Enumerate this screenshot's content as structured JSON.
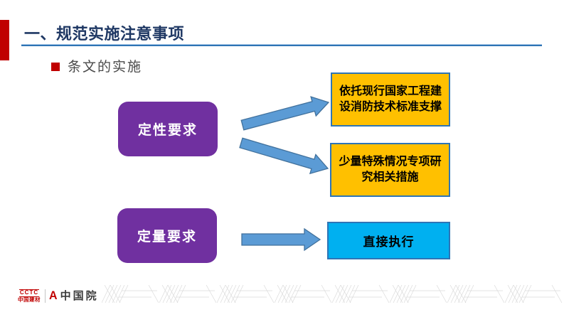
{
  "header": {
    "title": "一、规范实施注意事项",
    "bullet_label": "条文的实施"
  },
  "diagram": {
    "nodes": [
      {
        "id": "qualitative",
        "label": "定性要求",
        "color": "#7030A0"
      },
      {
        "id": "quantitative",
        "label": "定量要求",
        "color": "#7030A0"
      },
      {
        "id": "standard-support",
        "label": "依托现行国家工程建设消防技术标准支撑",
        "color": "#FFC000"
      },
      {
        "id": "special-research",
        "label": "少量特殊情况专项研究相关措施",
        "color": "#FFC000"
      },
      {
        "id": "direct-execute",
        "label": "直接执行",
        "color": "#00B0F0"
      }
    ],
    "edges": [
      {
        "from": "qualitative",
        "to": "standard-support"
      },
      {
        "from": "qualitative",
        "to": "special-research"
      },
      {
        "from": "quantitative",
        "to": "direct-execute"
      }
    ]
  },
  "footer": {
    "cctc_logo_text": "CCTC",
    "cctc_logo_subtext": "中国建材",
    "cadg_logo_letter": "A",
    "cadg_name": "中国院"
  },
  "colors": {
    "accent_red": "#C00000",
    "title_navy": "#1F3864",
    "rule_blue": "#2E74B5",
    "node_purple": "#7030A0",
    "node_amber": "#FFC000",
    "node_cyan": "#00B0F0",
    "arrow_blue": "#5B9BD5",
    "arrow_outline": "#41719C",
    "watermark_gray": "#DADADA"
  }
}
